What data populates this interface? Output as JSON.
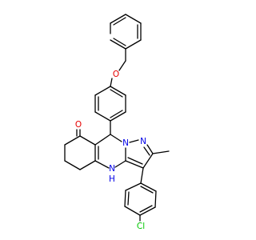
{
  "molecule": {
    "atoms": {
      "O_ether": {
        "text": "O",
        "color": "#e60000"
      },
      "O_ketone": {
        "text": "O",
        "color": "#e60000"
      },
      "N_bridge": {
        "text": "N",
        "color": "#0000e6"
      },
      "N_pyrazole": {
        "text": "N",
        "color": "#0000e6"
      },
      "NH": {
        "text": "N",
        "color": "#0000e6"
      },
      "NH_h": {
        "text": "H",
        "color": "#0000e6"
      },
      "Cl": {
        "text": "Cl",
        "color": "#00c800"
      }
    }
  }
}
